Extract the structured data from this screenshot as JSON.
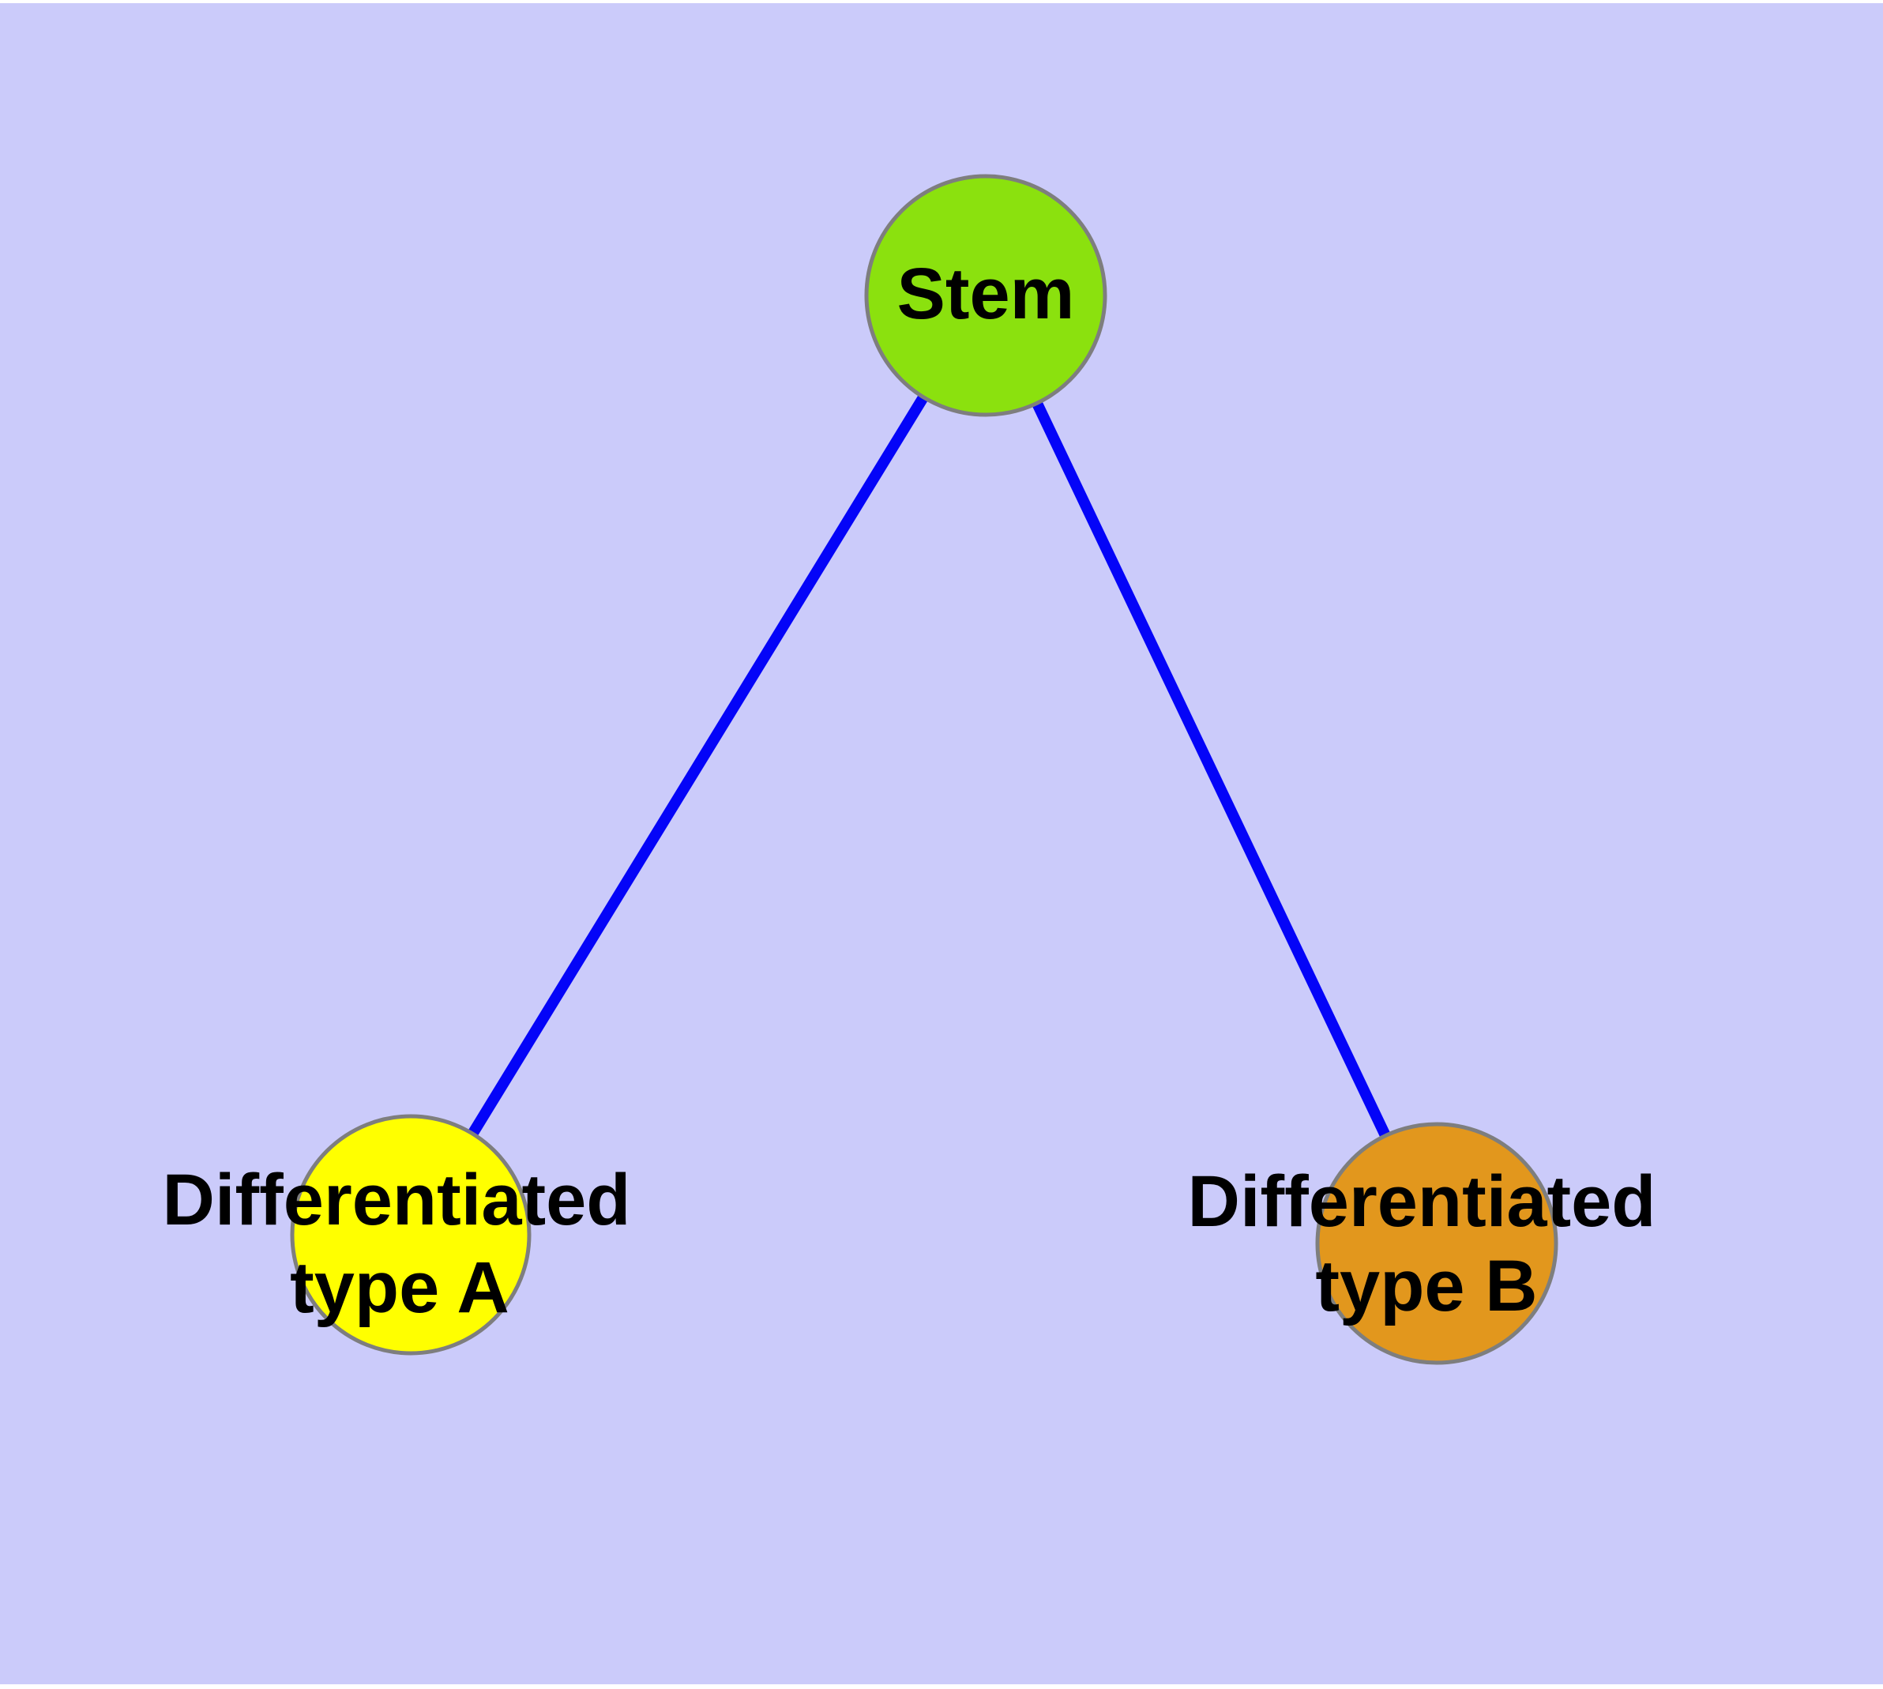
{
  "canvas": {
    "page_background": "#ffffff",
    "background": "#cbcbfa"
  },
  "labels": {
    "color": "#000000"
  },
  "edges": {
    "color": "#0404f8",
    "items": [
      {
        "from": "stem",
        "to": "type_a"
      },
      {
        "from": "stem",
        "to": "type_b"
      }
    ]
  },
  "nodes": {
    "stem": {
      "label": "Stem",
      "fill": "#8be10e",
      "stroke": "#7e7e7e"
    },
    "type_a": {
      "label_line1": "Differentiated",
      "label_line2": "type A",
      "fill": "#ffff00",
      "stroke": "#7e7e7e"
    },
    "type_b": {
      "label_line1": "Differentiated",
      "label_line2": "type B",
      "fill": "#e2971d",
      "stroke": "#7e7e7e"
    }
  }
}
